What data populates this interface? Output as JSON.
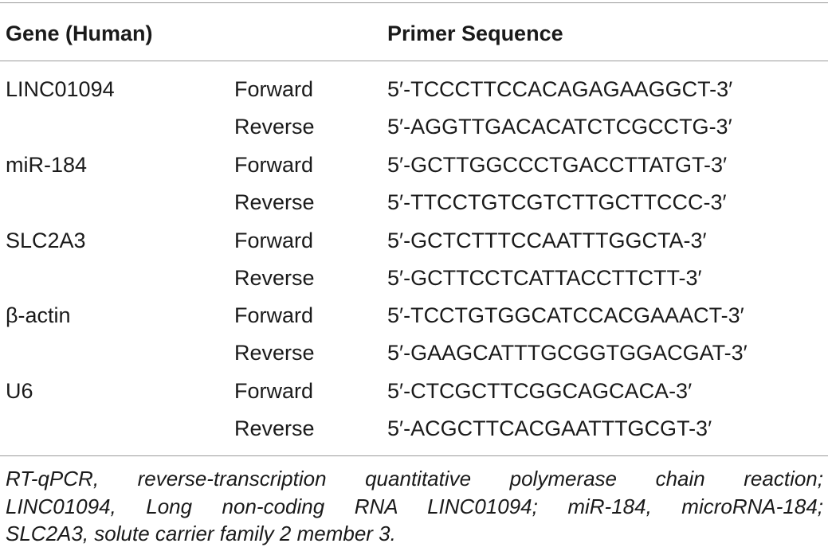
{
  "table": {
    "headers": {
      "gene": "Gene (Human)",
      "sequence": "Primer Sequence"
    },
    "rows": [
      {
        "gene": "LINC01094",
        "direction": "Forward",
        "sequence": "5′-TCCCTTCCACAGAGAAGGCT-3′"
      },
      {
        "gene": "",
        "direction": "Reverse",
        "sequence": "5′-AGGTTGACACATCTCGCCTG-3′"
      },
      {
        "gene": "miR-184",
        "direction": "Forward",
        "sequence": "5′-GCTTGGCCCTGACCTTATGT-3′"
      },
      {
        "gene": "",
        "direction": "Reverse",
        "sequence": "5′-TTCCTGTCGTCTTGCTTCCC-3′"
      },
      {
        "gene": "SLC2A3",
        "direction": "Forward",
        "sequence": "5′-GCTCTTTCCAATTTGGCTA-3′"
      },
      {
        "gene": "",
        "direction": "Reverse",
        "sequence": "5′-GCTTCCTCATTACCTTCTT-3′"
      },
      {
        "gene": "β-actin",
        "direction": "Forward",
        "sequence": "5′-TCCTGTGGCATCCACGAAACT-3′"
      },
      {
        "gene": "",
        "direction": "Reverse",
        "sequence": "5′-GAAGCATTTGCGGTGGACGAT-3′"
      },
      {
        "gene": "U6",
        "direction": "Forward",
        "sequence": "5′-CTCGCTTCGGCAGCACA-3′"
      },
      {
        "gene": "",
        "direction": "Reverse",
        "sequence": "5′-ACGCTTCACGAATTTGCGT-3′"
      }
    ]
  },
  "footnote": {
    "line1": "RT-qPCR, reverse-transcription quantitative polymerase chain reaction;",
    "line2": "LINC01094, Long non-coding RNA LINC01094; miR-184, microRNA-184;",
    "line3": "SLC2A3, solute carrier family 2 member 3."
  }
}
